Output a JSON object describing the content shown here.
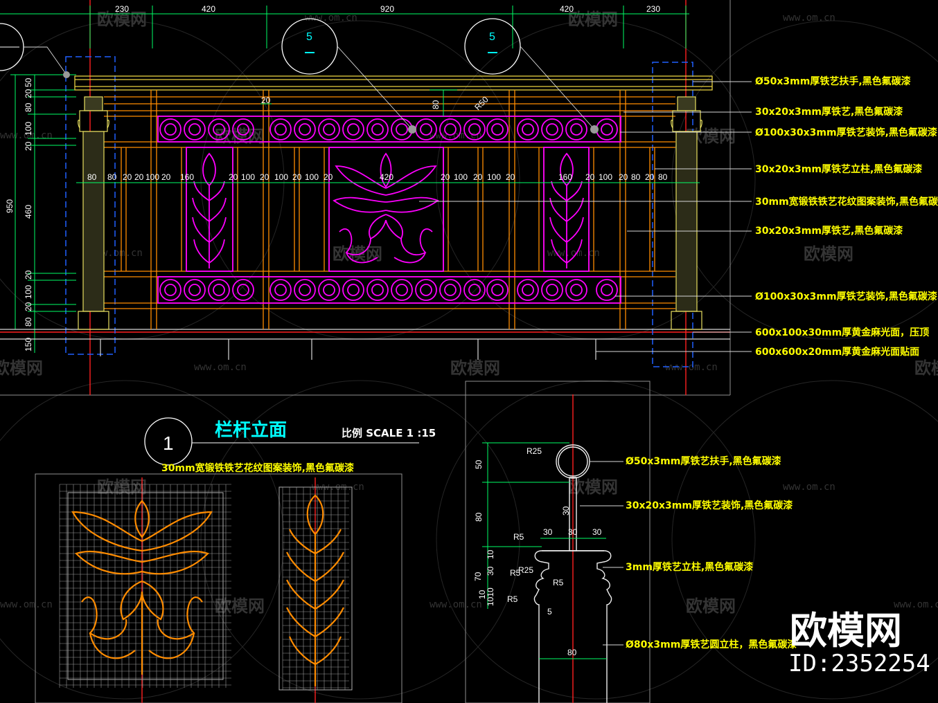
{
  "watermarks": {
    "brand": "欧模网",
    "url": "www.om.cn"
  },
  "brand": {
    "name": "欧模网",
    "id": "ID:2352254"
  },
  "top_dims": [
    "230",
    "420",
    "920",
    "420",
    "230"
  ],
  "markers": [
    {
      "num": "5"
    },
    {
      "num": "5"
    },
    {
      "num": "1"
    }
  ],
  "left_dims": [
    "50",
    "20",
    "80",
    "100",
    "20",
    "950",
    "460",
    "20",
    "100",
    "20",
    "80",
    "150"
  ],
  "inner_dims": {
    "d20": "20",
    "d80": "80",
    "r50": "R50",
    "d420": "420",
    "row": [
      "80",
      "80",
      "20",
      "20",
      "100",
      "20",
      "160",
      "20",
      "100",
      "20",
      "100",
      "20",
      "100",
      "20",
      "20",
      "100",
      "20",
      "100",
      "20",
      "160",
      "20",
      "100",
      "20",
      "80",
      "20",
      "80"
    ]
  },
  "callouts": [
    "Ø50x3mm厚铁艺扶手,黑色氟碳漆",
    "30x20x3mm厚铁艺,黑色氟碳漆",
    "Ø100x30x3mm厚铁艺装饰,黑色氟碳漆",
    "30x20x3mm厚铁艺立柱,黑色氟碳漆",
    "30mm宽锻铁铁艺花纹图案装饰,黑色氟碳漆",
    "30x20x3mm厚铁艺,黑色氟碳漆",
    "Ø100x30x3mm厚铁艺装饰,黑色氟碳漆",
    "600x100x30mm厚黄金麻光面，压顶",
    "600x600x20mm厚黄金麻光面贴面"
  ],
  "title_block": {
    "title": "栏杆立面",
    "scale": "比例 SCALE 1 :15",
    "detail_note": "30mm宽锻铁铁艺花纹图案装饰,黑色氟碳漆"
  },
  "section": {
    "callouts": [
      "Ø50x3mm厚铁艺扶手,黑色氟碳漆",
      "30x20x3mm厚铁艺装饰,黑色氟碳漆",
      "3mm厚铁艺立柱,黑色氟碳漆",
      "Ø80x3mm厚铁艺圆立柱，黑色氟碳漆"
    ],
    "dims": {
      "d50": "50",
      "d80": "80",
      "r25a": "R25",
      "r25b": "R25",
      "r5a": "R5",
      "r5b": "R5",
      "r5c": "R5",
      "r5d": "R5",
      "d30a": "30",
      "d30b": "30",
      "d30c": "30",
      "d70": "70",
      "d10a": "10",
      "d30v": "30",
      "d10b": "10",
      "d5": "5",
      "d80b": "80",
      "d30vv": "30",
      "d1010": "1010"
    }
  },
  "colors": {
    "bg": "#000000",
    "frame": "#ff8c00",
    "ornament": "#ff00ff",
    "post": "#ffff66",
    "dimension": "#00ff66",
    "axis": "#ff2020",
    "callout": "#ffff00",
    "title": "#00ffff",
    "grid": "#b0b0b0",
    "detail": "#ff8c00"
  }
}
